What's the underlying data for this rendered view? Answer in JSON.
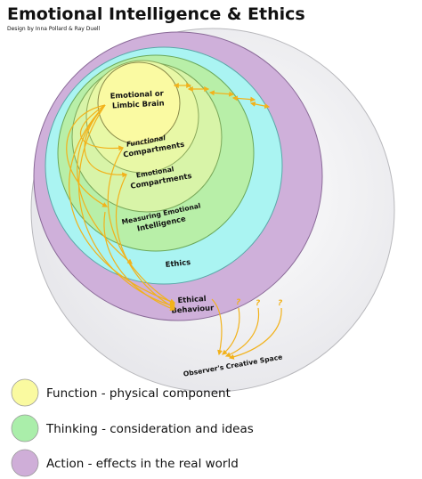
{
  "title": "Emotional Intelligence & Ethics",
  "credit": "Design by Inna Pollard & Ray Duell",
  "rings": {
    "emotional_brain_line1": "Emotional or",
    "emotional_brain_line2": "Limbic Brain",
    "functional_line1": "Functional",
    "functional_line2": "Compartments",
    "emotional_comp_line1": "Emotional",
    "emotional_comp_line2": "Compartments",
    "measuring_line1": "Measuring Emotional",
    "measuring_line2": "Intelligence",
    "ethics": "Ethics",
    "ethical_line1": "Ethical",
    "ethical_line2": "Behaviour",
    "observer": "Observer's Creative Space",
    "question_mark": "?"
  },
  "legend": [
    {
      "label": "Function - physical component",
      "color": "#fafaa0"
    },
    {
      "label": "Thinking - consideration and ideas",
      "color": "#aaeeaa"
    },
    {
      "label": "Action - effects in the real world",
      "color": "#cfaed8"
    }
  ],
  "colors": {
    "outer": "#f2f2f4",
    "action": "#cfb0da",
    "cyan": "#aaf4f2",
    "green": "#b8efa8",
    "lightgreen": "#d8f4a8",
    "yellow": "#fafaa2",
    "arrow": "#f2b21b"
  }
}
